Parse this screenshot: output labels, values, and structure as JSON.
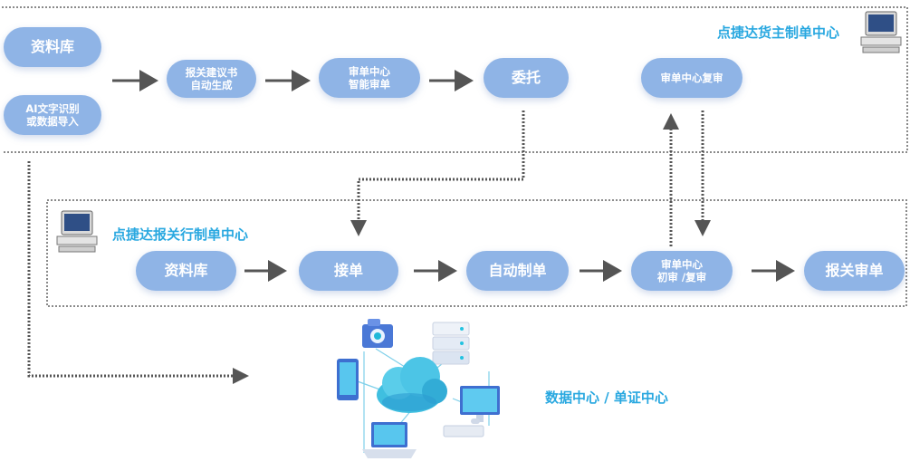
{
  "shipper_center": {
    "title": "点捷达货主制单中心",
    "nodes": {
      "materials": "资料库",
      "ai_import_l1": "AI文字识别",
      "ai_import_l2": "或数据导入",
      "auto_gen_l1": "报关建议书",
      "auto_gen_l2": "自动生成",
      "smart_review_l1": "审单中心",
      "smart_review_l2": "智能审单",
      "entrust": "委托",
      "re_review": "审单中心复审"
    }
  },
  "broker_center": {
    "title": "点捷达报关行制单中心",
    "nodes": {
      "materials": "资料库",
      "accept": "接单",
      "auto_make": "自动制单",
      "review_l1": "审单中心",
      "review_l2": "初审 /复审",
      "declare": "报关审单"
    }
  },
  "data_center": {
    "title": "数据中心  /  单证中心"
  },
  "colors": {
    "node_fill": "#8fb4e6",
    "title_blue": "#29a8e0",
    "arrow": "#555555",
    "dotted_border": "#8a8a8a"
  }
}
